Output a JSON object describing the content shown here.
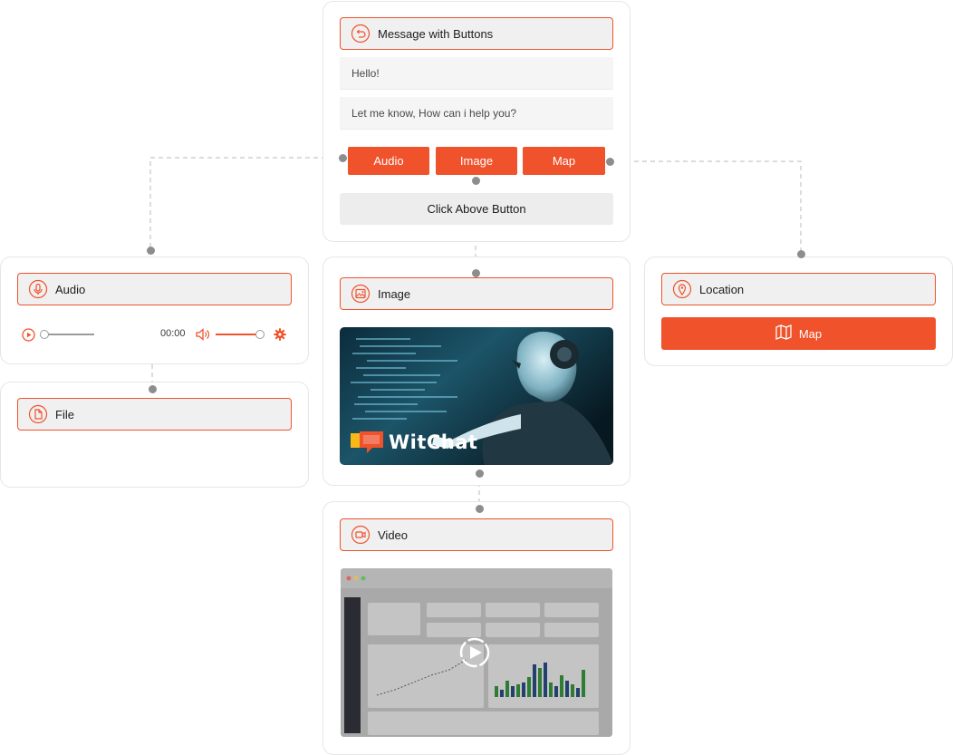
{
  "message_card": {
    "title": "Message with Buttons",
    "icon": "undo-icon",
    "lines": [
      "Hello!",
      "Let me know, How can i help you?"
    ],
    "buttons": [
      "Audio",
      "Image",
      "Map"
    ],
    "footer_button": "Click Above Button"
  },
  "audio_card": {
    "title": "Audio",
    "icon": "microphone-icon",
    "time": "00:00",
    "progress": 0,
    "volume": 0.9
  },
  "file_card": {
    "title": "File",
    "icon": "file-icon"
  },
  "image_card": {
    "title": "Image",
    "icon": "image-icon",
    "preview": {
      "brand": "WitChat",
      "subject": "robot-touching-screen"
    }
  },
  "location_card": {
    "title": "Location",
    "icon": "location-pin-icon",
    "button": "Map"
  },
  "video_card": {
    "title": "Video",
    "icon": "video-icon",
    "thumbnail": "dashboard-preview"
  },
  "colors": {
    "accent": "#f0522c",
    "header_bg": "#f0f0f0",
    "connector": "#8d8d8d"
  }
}
